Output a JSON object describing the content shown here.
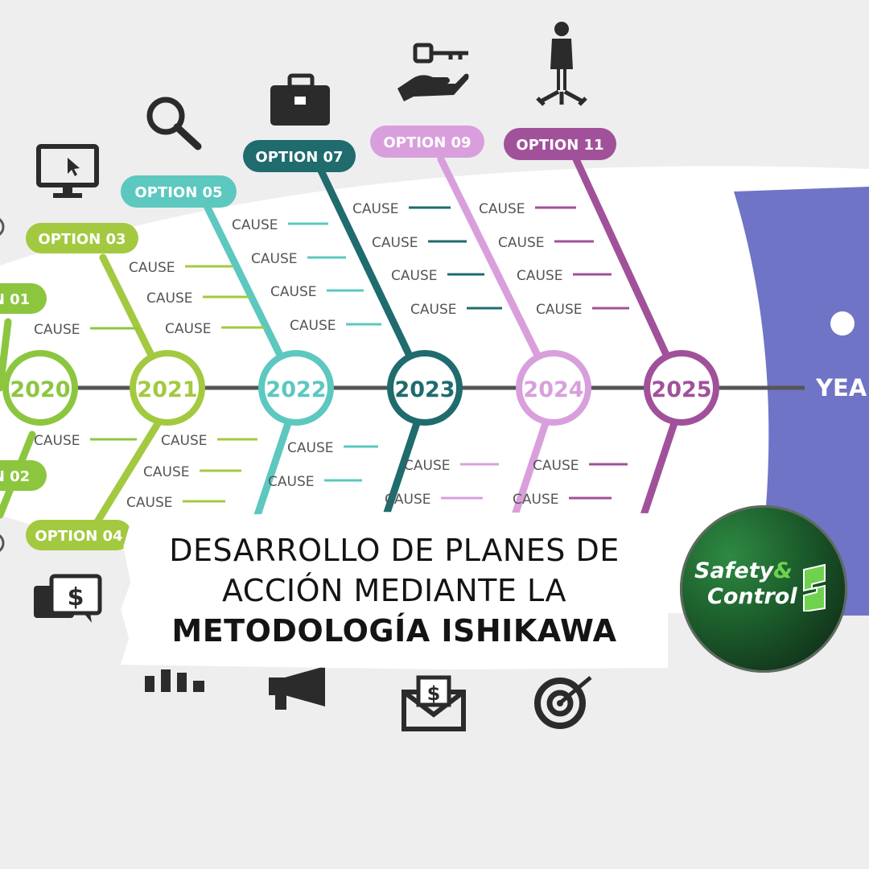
{
  "headline": {
    "line1": "DESARROLLO DE PLANES DE",
    "line2": "ACCIÓN MEDIANTE LA",
    "line3": "METODOLOGÍA ISHIKAWA"
  },
  "logo": {
    "word1": "Safety",
    "ampersand": "&",
    "word2": "Control"
  },
  "diagram": {
    "head_label": "YEA",
    "cause_label": "CAUSE",
    "colors": {
      "green": "#8cc63f",
      "lightgreen": "#a3c940",
      "teal": "#5cc8bf",
      "darkteal": "#1f6b6e",
      "pink": "#d99fdc",
      "purple": "#a1519a",
      "head": "#6f74c7",
      "spine": "#555555"
    },
    "nodes": [
      {
        "year": "2020",
        "color": "green"
      },
      {
        "year": "2021",
        "color": "lightgreen"
      },
      {
        "year": "2022",
        "color": "teal"
      },
      {
        "year": "2023",
        "color": "darkteal"
      },
      {
        "year": "2024",
        "color": "pink"
      },
      {
        "year": "2025",
        "color": "purple"
      }
    ],
    "options": [
      {
        "label": "N 01",
        "color": "green"
      },
      {
        "label": "N 02",
        "color": "green"
      },
      {
        "label": "OPTION 03",
        "color": "lightgreen"
      },
      {
        "label": "OPTION 04",
        "color": "lightgreen"
      },
      {
        "label": "OPTION 05",
        "color": "teal"
      },
      {
        "label": "OPTION 07",
        "color": "darkteal"
      },
      {
        "label": "OPTION 09",
        "color": "pink"
      },
      {
        "label": "OPTION 11",
        "color": "purple"
      }
    ],
    "icons": [
      "monitor-cursor-icon",
      "magnifier-icon",
      "briefcase-icon",
      "key-hand-icon",
      "businessman-crossroads-icon",
      "money-chat-icon",
      "bar-chart-icon",
      "megaphone-icon",
      "money-envelope-icon",
      "target-icon"
    ]
  }
}
